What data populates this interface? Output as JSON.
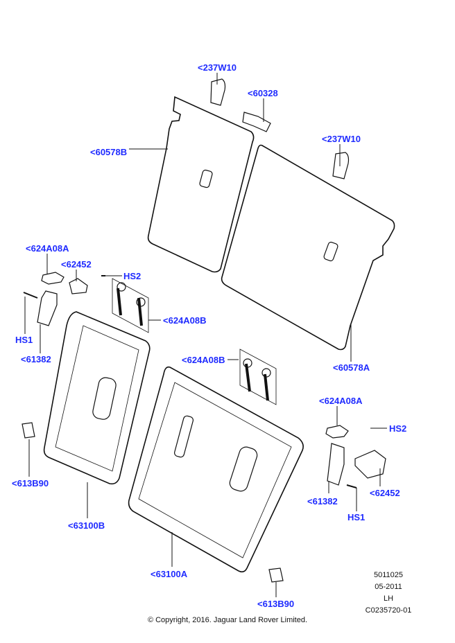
{
  "callouts": [
    {
      "id": "c1",
      "text": "<237W10"
    },
    {
      "id": "c2",
      "text": "<60328"
    },
    {
      "id": "c3",
      "text": "<237W10"
    },
    {
      "id": "c4",
      "text": "<60578B"
    },
    {
      "id": "c5",
      "text": "<624A08A"
    },
    {
      "id": "c6",
      "text": "<62452"
    },
    {
      "id": "c7",
      "text": "HS2"
    },
    {
      "id": "c8",
      "text": "<624A08B"
    },
    {
      "id": "c9",
      "text": "HS1"
    },
    {
      "id": "c10",
      "text": "<61382"
    },
    {
      "id": "c11",
      "text": "<624A08B"
    },
    {
      "id": "c12",
      "text": "<60578A"
    },
    {
      "id": "c13",
      "text": "<624A08A"
    },
    {
      "id": "c14",
      "text": "HS2"
    },
    {
      "id": "c15",
      "text": "<613B90"
    },
    {
      "id": "c16",
      "text": "<62452"
    },
    {
      "id": "c17",
      "text": "<61382"
    },
    {
      "id": "c18",
      "text": "HS1"
    },
    {
      "id": "c19",
      "text": "<63100B"
    },
    {
      "id": "c20",
      "text": "<63100A"
    },
    {
      "id": "c21",
      "text": "<613B90"
    }
  ],
  "info": {
    "number": "5011025",
    "date": "05-2011",
    "side": "LH",
    "code": "C0235720-01"
  },
  "copyright": "© Copyright, 2016. Jaguar Land Rover Limited.",
  "colors": {
    "callout": "#1f2bff",
    "line": "#111111"
  }
}
